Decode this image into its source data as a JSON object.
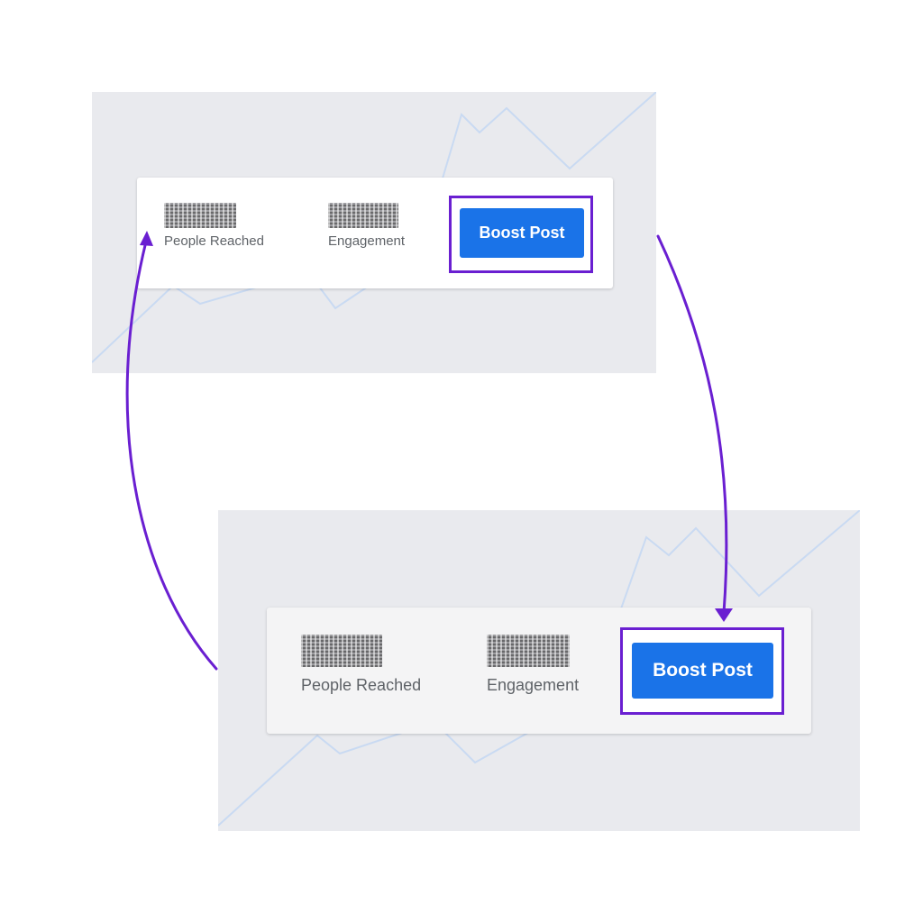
{
  "colors": {
    "panel_background": "#e9eaee",
    "card_background": "#ffffff",
    "button_blue": "#1a73e8",
    "highlight_purple": "#6a1fd1",
    "arrow_purple": "#6a1fd1",
    "label_gray": "#5f6368",
    "chart_line": "#c9daf2"
  },
  "top_panel": {
    "metrics": [
      {
        "label": "People Reached",
        "value_redacted": true
      },
      {
        "label": "Engagement",
        "value_redacted": true
      }
    ],
    "boost_button": {
      "label": "Boost Post",
      "highlighted": true
    }
  },
  "bottom_panel": {
    "metrics": [
      {
        "label": "People Reached",
        "value_redacted": true
      },
      {
        "label": "Engagement",
        "value_redacted": true
      }
    ],
    "boost_button": {
      "label": "Boost Post",
      "highlighted": true
    }
  },
  "arrows": [
    {
      "name": "arrow-top-to-bottom",
      "direction": "down",
      "from": "top_panel.boost_button",
      "to": "bottom_panel.boost_button"
    },
    {
      "name": "arrow-bottom-to-top",
      "direction": "up",
      "from": "bottom_panel",
      "to": "top_panel.metrics.0"
    }
  ]
}
